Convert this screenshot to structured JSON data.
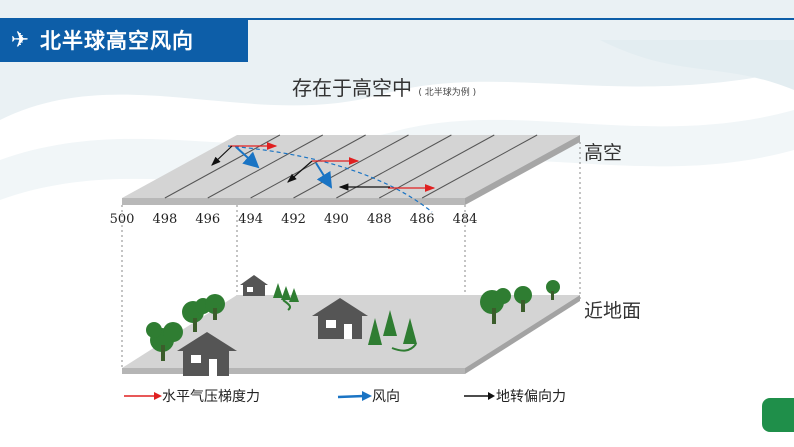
{
  "header": {
    "title": "北半球高空风向",
    "icon": "airplane-icon",
    "accent_color": "#0d5ea8"
  },
  "diagram": {
    "heading": "存在于高空中",
    "heading_note": "( 北半球为例 )",
    "upper_label": "高空",
    "ground_label": "近地面",
    "isobar_values": [
      "500",
      "498",
      "496",
      "494",
      "492",
      "490",
      "488",
      "486",
      "484"
    ]
  },
  "legend": {
    "pressure_gradient_force": "水平气压梯度力",
    "wind_direction": "风向",
    "coriolis_force": "地转偏向力",
    "pressure_color": "#e02020",
    "wind_color": "#1a74c4",
    "coriolis_color": "#111111"
  }
}
